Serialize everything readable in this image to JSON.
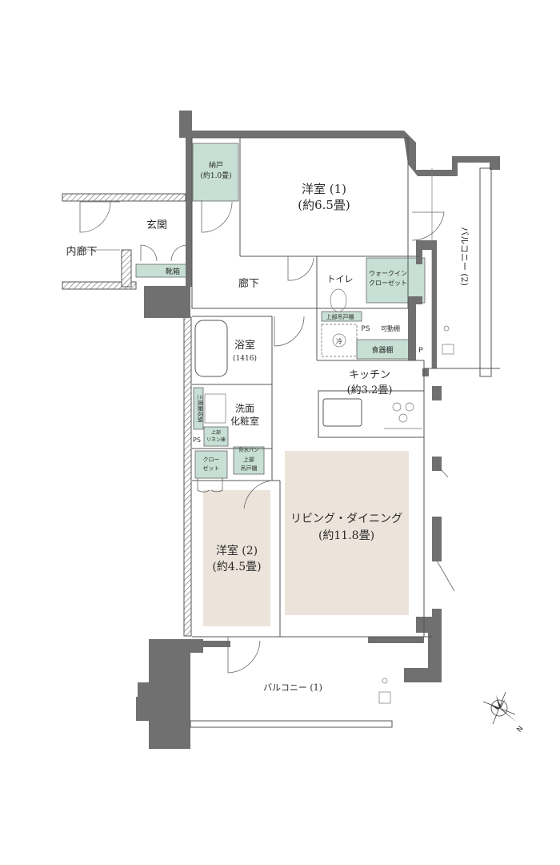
{
  "rooms": {
    "western1": {
      "name": "洋室 (1)",
      "size": "(約6.5畳)"
    },
    "western2": {
      "name": "洋室 (2)",
      "size": "(約4.5畳)"
    },
    "ldk": {
      "name": "リビング・ダイニング",
      "size": "(約11.8畳)"
    },
    "kitchen": {
      "name": "キッチン",
      "size": "(約3.2畳)"
    },
    "bath": {
      "name": "浴室",
      "size": "(1416)"
    },
    "washroom": {
      "line1": "洗面",
      "line2": "化粧室"
    },
    "corridor": "廊下",
    "entrance": "玄関",
    "inner_corridor": "内廊下",
    "toilet": "トイレ",
    "walkin": {
      "line1": "ウォークイン",
      "line2": "クローゼット"
    },
    "storage": {
      "name": "納戸",
      "size": "(約1.0畳)"
    },
    "shoe_box": "靴箱",
    "balcony1": "バルコニー (1)",
    "balcony2": "バルコニー (2)"
  },
  "fixtures": {
    "upper_cabinet": "上部吊戸棚",
    "ps": "PS",
    "ps2": "PS",
    "movable_shelf": "可動棚",
    "pantry": "食器棚",
    "p": "P",
    "fridge": "冷",
    "three_sided_mirror": "三面鏡収納",
    "linen_upper": "上部",
    "linen_shelf": "リネン庫",
    "closet": {
      "line1": "クロー",
      "line2": "ゼット"
    },
    "waterproof_pan": "防水パン",
    "upper_cab2": {
      "line1": "上部",
      "line2": "吊戸棚"
    }
  },
  "compass": {
    "label": "N"
  },
  "colors": {
    "storage_green": "#c7dfd4",
    "room_beige": "#ece3da",
    "wall_gray": "#707070"
  }
}
